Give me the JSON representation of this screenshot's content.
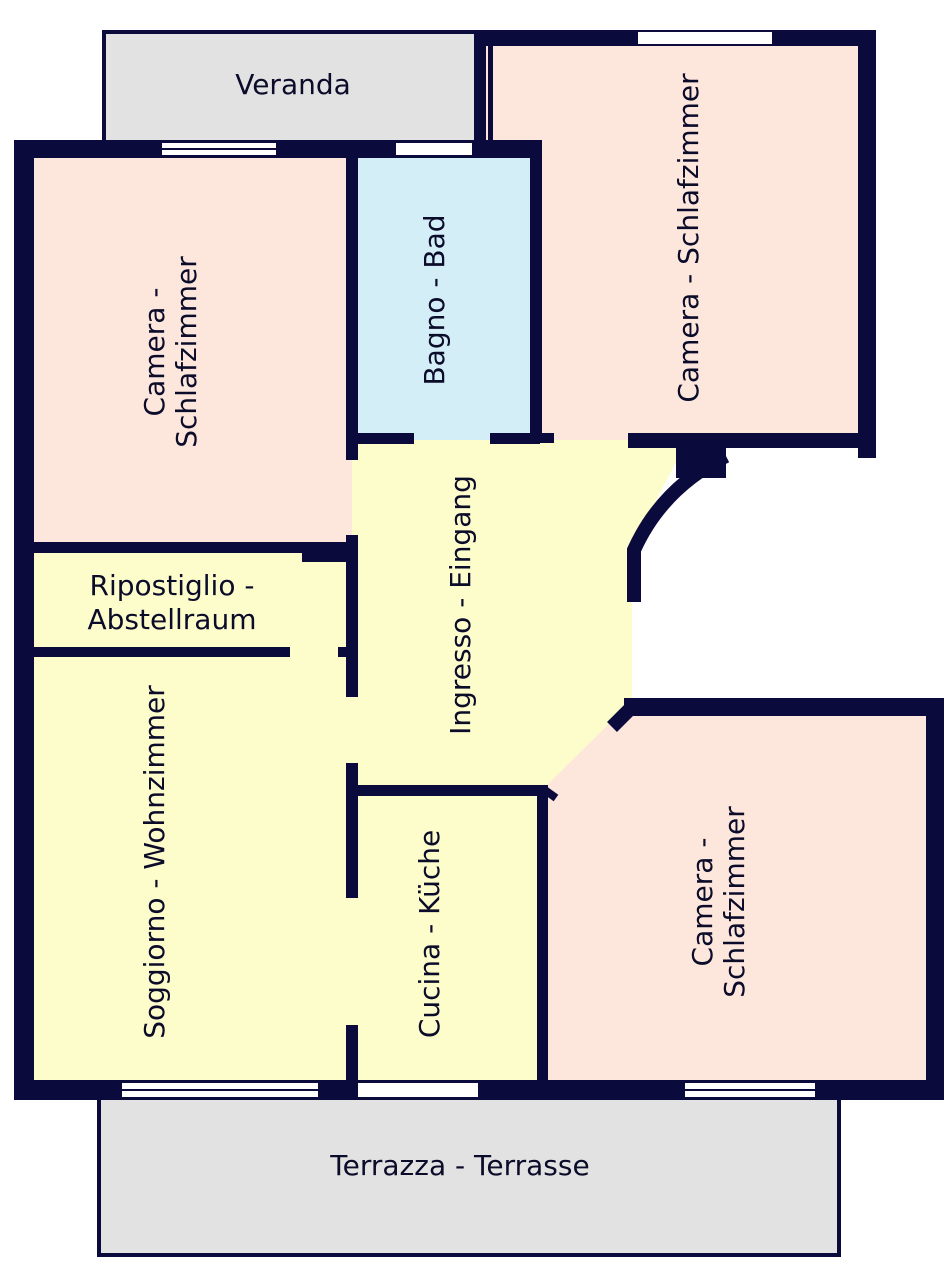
{
  "colors": {
    "wall": "#0b0a3d",
    "bedroom": "#fde7dc",
    "bath": "#d4eef8",
    "yellow": "#fdfccb",
    "outdoor": "#e2e2e2",
    "window": "#ffffff"
  },
  "rooms": {
    "veranda": "Veranda",
    "bedroom_top_right": "Camera - Schlafzimmer",
    "bedroom_left_1": "Camera -",
    "bedroom_left_2": "Schlafzimmer",
    "bath": "Bagno - Bad",
    "entrance": "Ingresso - Eingang",
    "storage_1": "Ripostiglio -",
    "storage_2": "Abstellraum",
    "living": "Soggiorno - Wohnzimmer",
    "kitchen": "Cucina - Küche",
    "bedroom_bottom_right_1": "Camera -",
    "bedroom_bottom_right_2": "Schlafzimmer",
    "terrace": "Terrazza - Terrasse"
  }
}
